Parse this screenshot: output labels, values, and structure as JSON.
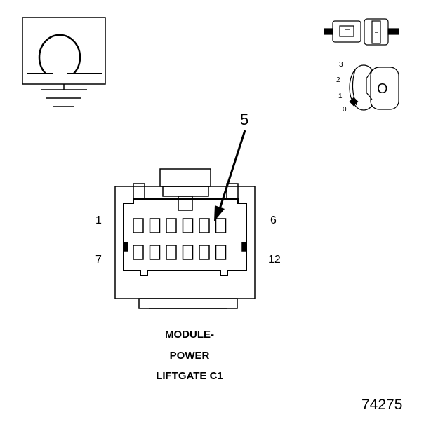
{
  "connector": {
    "title_lines": [
      "MODULE-",
      "POWER",
      "LIFTGATE C1"
    ],
    "cavity_callout": "5",
    "pin_labels": {
      "top_left": "1",
      "top_right": "6",
      "bottom_left": "7",
      "bottom_right": "12"
    },
    "cavity_rows": 2,
    "cavities_per_row": 6
  },
  "ignition_switch": {
    "positions": [
      "3",
      "2",
      "1",
      "0"
    ],
    "key_label": "O"
  },
  "ground_symbol": "ground-icon",
  "figure_number": "74275",
  "colors": {
    "line": "#000000",
    "background": "#ffffff"
  }
}
